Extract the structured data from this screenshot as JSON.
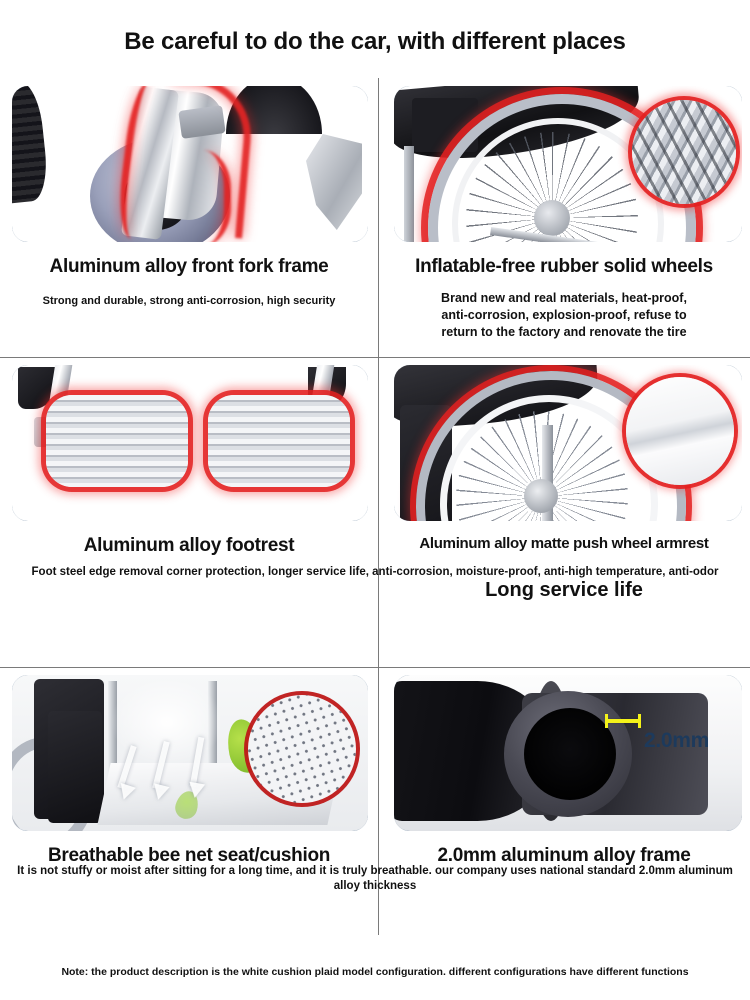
{
  "page": {
    "title": "Be careful to do the car, with different places",
    "footer_note": "Note: the product description is the white cushion plaid model configuration. different configurations have different functions"
  },
  "accent_colors": {
    "highlight_red": "#e22020",
    "frame_border_blue": "#4a6a8a",
    "callout_navy": "#1d3a5c",
    "measure_yellow": "#f4f21a",
    "divider_gray": "#7a7a7a",
    "text_black": "#111111"
  },
  "panels": [
    {
      "id": "front-fork-frame",
      "image_alt": "aluminum alloy front fork frame with red highlight outline on caster wheel",
      "heading": "Aluminum alloy front fork frame",
      "description": "Strong and durable, strong anti-corrosion, high security"
    },
    {
      "id": "solid-wheels",
      "image_alt": "rear wheelchair wheel with red highlighted solid tire and circular magnified tread inset",
      "heading": "Inflatable-free rubber solid wheels",
      "description_lines": [
        "Brand new and real materials, heat-proof,",
        "anti-corrosion, explosion-proof, refuse to",
        "return to the factory and renovate the tire"
      ]
    },
    {
      "id": "footrest",
      "image_alt": "pair of ribbed aluminum alloy footrests outlined in red glow",
      "heading": "Aluminum alloy footrest"
    },
    {
      "id": "push-wheel-armrest",
      "image_alt": "wheelchair push rim with circular magnified matte finish inset",
      "heading": "Aluminum alloy matte push wheel armrest",
      "subheading": "Long service life"
    },
    {
      "id": "bee-net-seat",
      "image_alt": "breathable mesh seat cushion with airflow arrows and circular magnified honeycomb mesh inset",
      "heading": "Breathable bee net seat/cushion"
    },
    {
      "id": "aluminum-frame-tube",
      "image_alt": "two dark aluminum alloy tubes with yellow wall thickness measurement arrow",
      "heading": "2.0mm aluminum alloy frame",
      "callout_label": "2.0mm"
    }
  ],
  "wide_captions": {
    "row2": "Foot steel edge removal corner protection, longer service life, anti-corrosion, moisture-proof, anti-high temperature, anti-odor",
    "row3": "It is not stuffy or moist after sitting for a long time, and it is truly breathable. our company uses national standard 2.0mm aluminum alloy thickness"
  }
}
